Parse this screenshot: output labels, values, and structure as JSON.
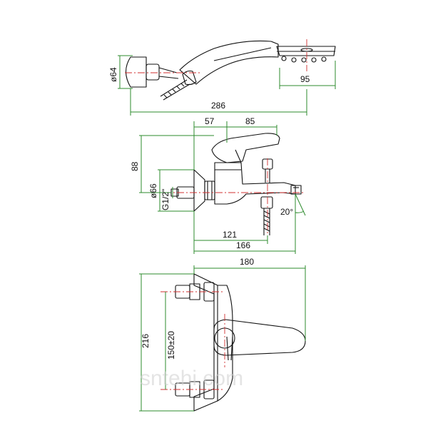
{
  "dimensions": {
    "shower_head_diameter": "ø64",
    "shower_head_width": "95",
    "shower_total_length": "286",
    "width_57": "57",
    "width_85": "85",
    "height_88": "88",
    "inlet_diameter": "ø66",
    "thread": "G1/2\"",
    "angle": "20°",
    "length_121": "121",
    "length_166": "166",
    "width_180": "180",
    "height_216": "216",
    "center_distance": "150±20"
  },
  "watermark": "sntehi.com",
  "colors": {
    "dimension_line": "#2e8b2e",
    "outline": "#111111",
    "centerline": "#d23030"
  }
}
